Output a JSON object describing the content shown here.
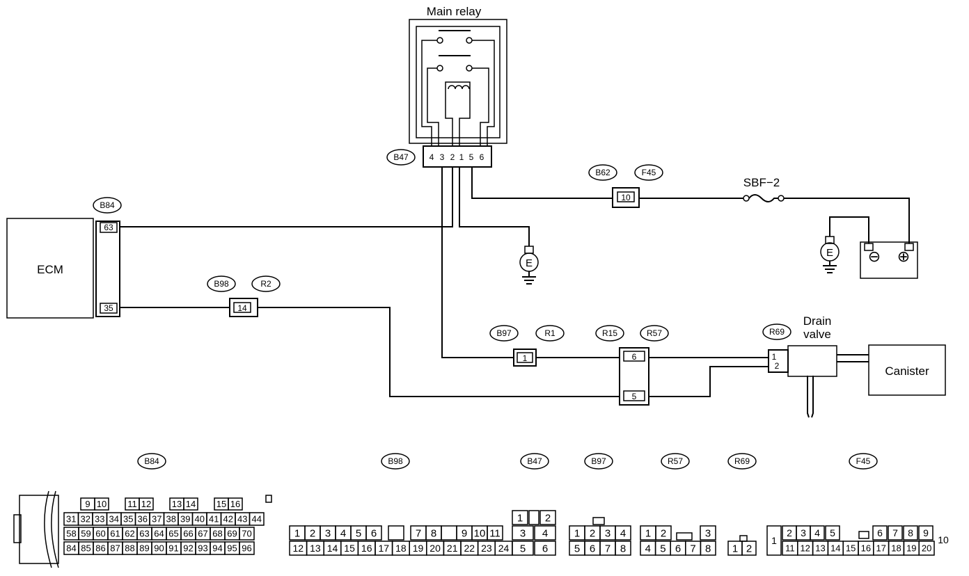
{
  "components": {
    "main_relay": "Main relay",
    "ecm": "ECM",
    "fuse": "SBF−2",
    "drain_valve_line1": "Drain",
    "drain_valve_line2": "valve",
    "canister": "Canister",
    "ground_symbol": "E"
  },
  "connector_ids": {
    "b47": "B47",
    "b62": "B62",
    "f45": "F45",
    "b84": "B84",
    "b98": "B98",
    "r2": "R2",
    "b97": "B97",
    "r1": "R1",
    "r15": "R15",
    "r57": "R57",
    "r69": "R69"
  },
  "pins": {
    "ecm_63": "63",
    "ecm_35": "35",
    "b62_10": "10",
    "b98_14": "14",
    "b97_1": "1",
    "r57_6": "6",
    "r57_5": "5",
    "r69_1": "1",
    "r69_2": "2"
  },
  "relay_terminals": [
    "4",
    "3",
    "2",
    "1",
    "5",
    "6"
  ],
  "battery_terminals": {
    "neg": "⊖",
    "pos": "⊕"
  },
  "connector_legend": [
    {
      "id": "B84",
      "rows": [
        [
          "9",
          "10",
          "11",
          "12",
          "13",
          "14",
          "15",
          "16"
        ],
        [
          "31",
          "32",
          "33",
          "34",
          "35",
          "36",
          "37",
          "38",
          "39",
          "40",
          "41",
          "42",
          "43",
          "44"
        ],
        [
          "58",
          "59",
          "60",
          "61",
          "62",
          "63",
          "64",
          "65",
          "66",
          "67",
          "68",
          "69",
          "70"
        ],
        [
          "84",
          "85",
          "86",
          "87",
          "88",
          "89",
          "90",
          "91",
          "92",
          "93",
          "94",
          "95",
          "96"
        ]
      ]
    },
    {
      "id": "B98",
      "rows": [
        [
          "1",
          "2",
          "3",
          "4",
          "5",
          "6",
          "7",
          "8",
          "9",
          "10",
          "11"
        ],
        [
          "12",
          "13",
          "14",
          "15",
          "16",
          "17",
          "18",
          "19",
          "20",
          "21",
          "22",
          "23",
          "24"
        ]
      ]
    },
    {
      "id": "B47",
      "rows": [
        [
          "1",
          "2"
        ],
        [
          "3",
          "4"
        ],
        [
          "5",
          "6"
        ]
      ]
    },
    {
      "id": "B97",
      "rows": [
        [
          "1",
          "2",
          "3",
          "4"
        ],
        [
          "5",
          "6",
          "7",
          "8"
        ]
      ]
    },
    {
      "id": "R57",
      "rows": [
        [
          "1",
          "2",
          "3"
        ],
        [
          "4",
          "5",
          "6",
          "7",
          "8"
        ]
      ]
    },
    {
      "id": "R69",
      "rows": [
        [
          "1",
          "2"
        ]
      ]
    },
    {
      "id": "F45",
      "rows": [
        [
          "1",
          "10"
        ],
        [
          "2",
          "3",
          "4",
          "5",
          "6",
          "7",
          "8",
          "9"
        ],
        [
          "11",
          "12",
          "13",
          "14",
          "15",
          "16",
          "17",
          "18",
          "19",
          "20"
        ]
      ]
    }
  ]
}
